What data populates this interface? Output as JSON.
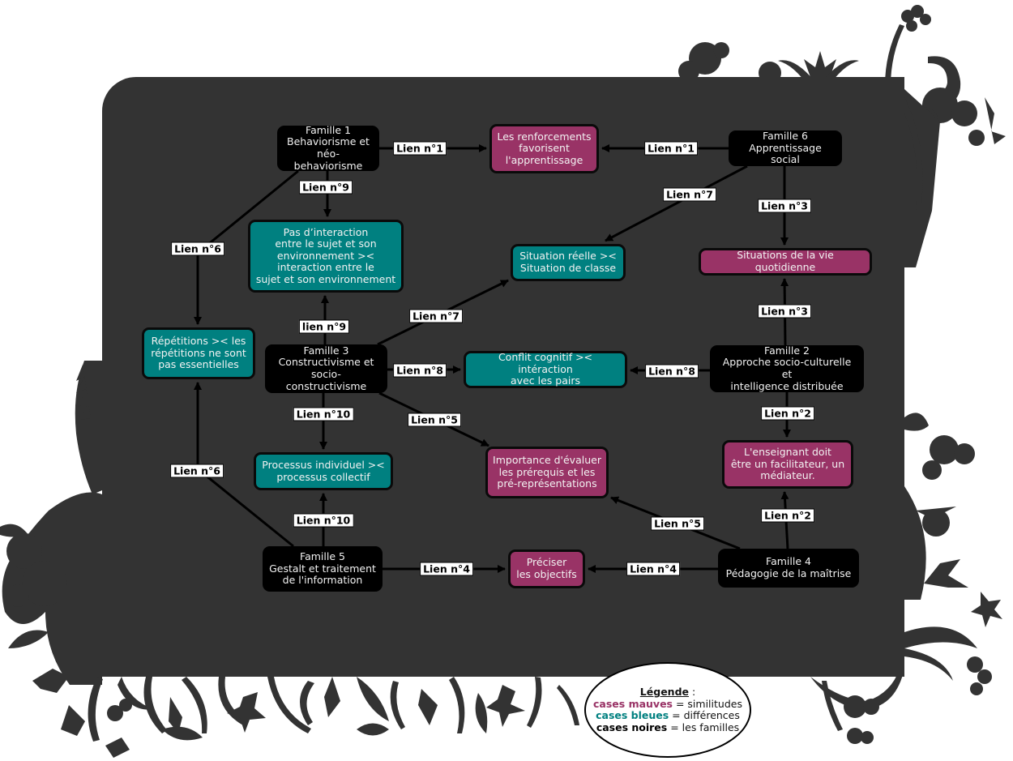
{
  "colors": {
    "panel": "#333333",
    "famille": "#000000",
    "mauve": "#993366",
    "bleue": "#008080",
    "ornament": "#333333"
  },
  "nodes": [
    {
      "id": "famille1",
      "kind": "famille",
      "text": "Famille 1\nBehaviorisme et\nnéo-behaviorisme"
    },
    {
      "id": "renforcements",
      "kind": "mauve",
      "text": "Les renforcements\nfavorisent\nl'apprentissage"
    },
    {
      "id": "famille6",
      "kind": "famille",
      "text": "Famille 6\nApprentissage social"
    },
    {
      "id": "pas-interaction",
      "kind": "bleue",
      "text": "Pas d’interaction\nentre le sujet et son\nenvironnement ><\ninteraction entre le\nsujet et son environnement"
    },
    {
      "id": "situation-reelle",
      "kind": "bleue",
      "text": "Situation réelle ><\nSituation de classe"
    },
    {
      "id": "vie-quotidienne",
      "kind": "mauve",
      "text": "Situations de la vie quotidienne"
    },
    {
      "id": "repetitions",
      "kind": "bleue",
      "text": "Répétitions >< les\nrépétitions ne sont\npas essentielles"
    },
    {
      "id": "famille3",
      "kind": "famille",
      "text": "Famille 3\nConstructivisme et\nsocio-constructivisme"
    },
    {
      "id": "conflit-cognitif",
      "kind": "bleue",
      "text": "Conflit cognitif >< intéraction\navec les pairs"
    },
    {
      "id": "famille2",
      "kind": "famille",
      "text": "Famille 2\nApproche socio-culturelle et\nintelligence distribuée"
    },
    {
      "id": "enseignant",
      "kind": "mauve",
      "text": "L'enseignant doit\nêtre un facilitateur, un\nmédiateur."
    },
    {
      "id": "processus",
      "kind": "bleue",
      "text": "Processus individuel ><\nprocessus collectif"
    },
    {
      "id": "prerequis",
      "kind": "mauve",
      "text": "Importance d'évaluer\nles prérequis et les\npré-représentations"
    },
    {
      "id": "famille5",
      "kind": "famille",
      "text": "Famille 5\nGestalt et traitement\nde l'information"
    },
    {
      "id": "objectifs",
      "kind": "mauve",
      "text": "Préciser\nles objectifs"
    },
    {
      "id": "famille4",
      "kind": "famille",
      "text": "Famille 4\nPédagogie de la maîtrise"
    }
  ],
  "edges": [
    {
      "from": "famille1",
      "to": "renforcements",
      "label": "Lien n°1"
    },
    {
      "from": "famille6",
      "to": "renforcements",
      "label": "Lien n°1"
    },
    {
      "from": "famille1",
      "to": "pas-interaction",
      "label": "Lien n°9"
    },
    {
      "from": "famille3",
      "to": "pas-interaction",
      "label": "lien n°9"
    },
    {
      "from": "famille1",
      "to": "repetitions",
      "label": "Lien n°6"
    },
    {
      "from": "famille5",
      "to": "repetitions",
      "label": "Lien n°6"
    },
    {
      "from": "famille6",
      "to": "situation-reelle",
      "label": "Lien n°7"
    },
    {
      "from": "famille3",
      "to": "situation-reelle",
      "label": "Lien n°7"
    },
    {
      "from": "famille6",
      "to": "vie-quotidienne",
      "label": "Lien n°3"
    },
    {
      "from": "famille2",
      "to": "vie-quotidienne",
      "label": "Lien n°3"
    },
    {
      "from": "famille3",
      "to": "conflit-cognitif",
      "label": "Lien n°8"
    },
    {
      "from": "famille2",
      "to": "conflit-cognitif",
      "label": "Lien n°8"
    },
    {
      "from": "famille2",
      "to": "enseignant",
      "label": "Lien n°2"
    },
    {
      "from": "famille4",
      "to": "enseignant",
      "label": "Lien n°2"
    },
    {
      "from": "famille3",
      "to": "processus",
      "label": "Lien n°10"
    },
    {
      "from": "famille5",
      "to": "processus",
      "label": "Lien n°10"
    },
    {
      "from": "famille3",
      "to": "prerequis",
      "label": "Lien n°5"
    },
    {
      "from": "famille4",
      "to": "prerequis",
      "label": "Lien n°5"
    },
    {
      "from": "famille5",
      "to": "objectifs",
      "label": "Lien n°4"
    },
    {
      "from": "famille4",
      "to": "objectifs",
      "label": "Lien n°4"
    }
  ],
  "legend": {
    "title": "Légende",
    "title_suffix": " :",
    "rows": [
      {
        "key": "cases mauves",
        "sep": " = ",
        "meaning": "similitudes",
        "color": "#993366"
      },
      {
        "key": "cases bleues",
        "sep": " = ",
        "meaning": "différences",
        "color": "#008080"
      },
      {
        "key": "cases noires",
        "sep": " = ",
        "meaning": "les familles",
        "color": "#000000"
      }
    ]
  }
}
